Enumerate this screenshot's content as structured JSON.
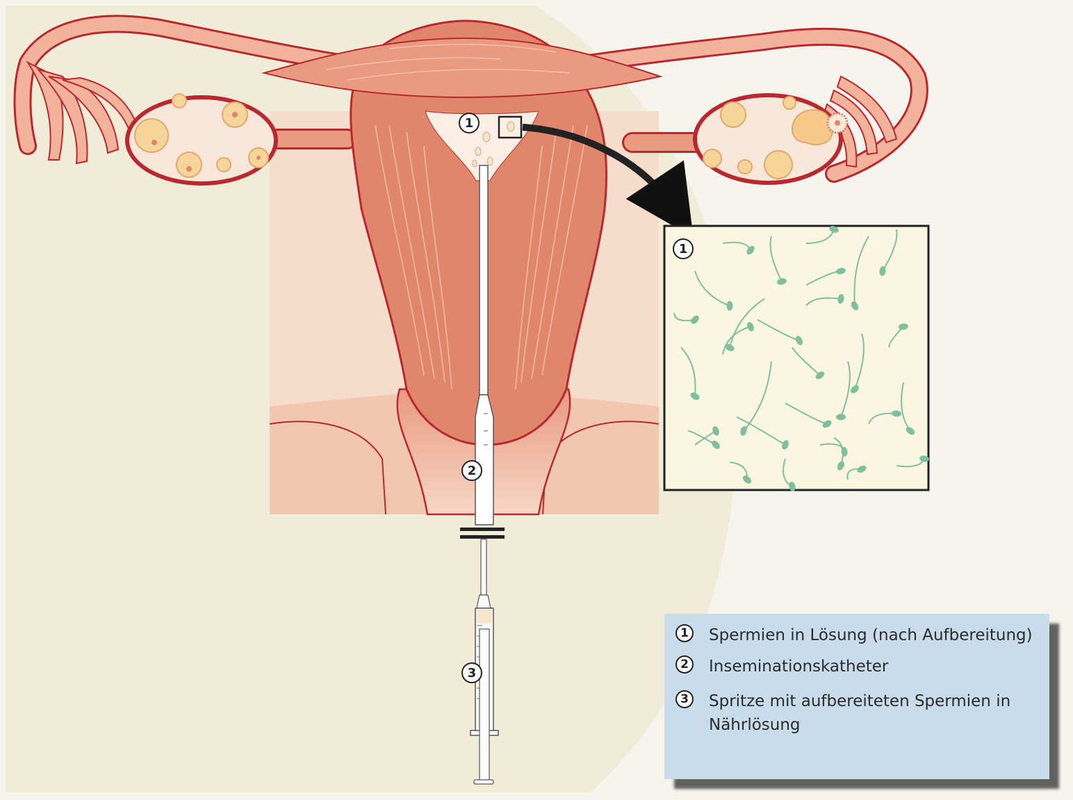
{
  "markers": {
    "m1": "1",
    "m2": "2",
    "m3": "3",
    "m1_inset": "1"
  },
  "legend": {
    "items": [
      {
        "num": "1",
        "text": "Spermien in Lösung (nach Aufbereitung)"
      },
      {
        "num": "2",
        "text": "Inseminationskatheter"
      },
      {
        "num": "3",
        "text": "Spritze mit aufbereiteten Spermien in Nährlösung"
      }
    ]
  },
  "colors": {
    "tissue": "#e0876b",
    "tissue_light": "#f3c9b2",
    "outline": "#b8282e",
    "background_cream": "#f1ecd7",
    "inset_bg": "#fbf6df",
    "sperm": "#7fbf9f",
    "legend_bg": "#c9dcec"
  }
}
